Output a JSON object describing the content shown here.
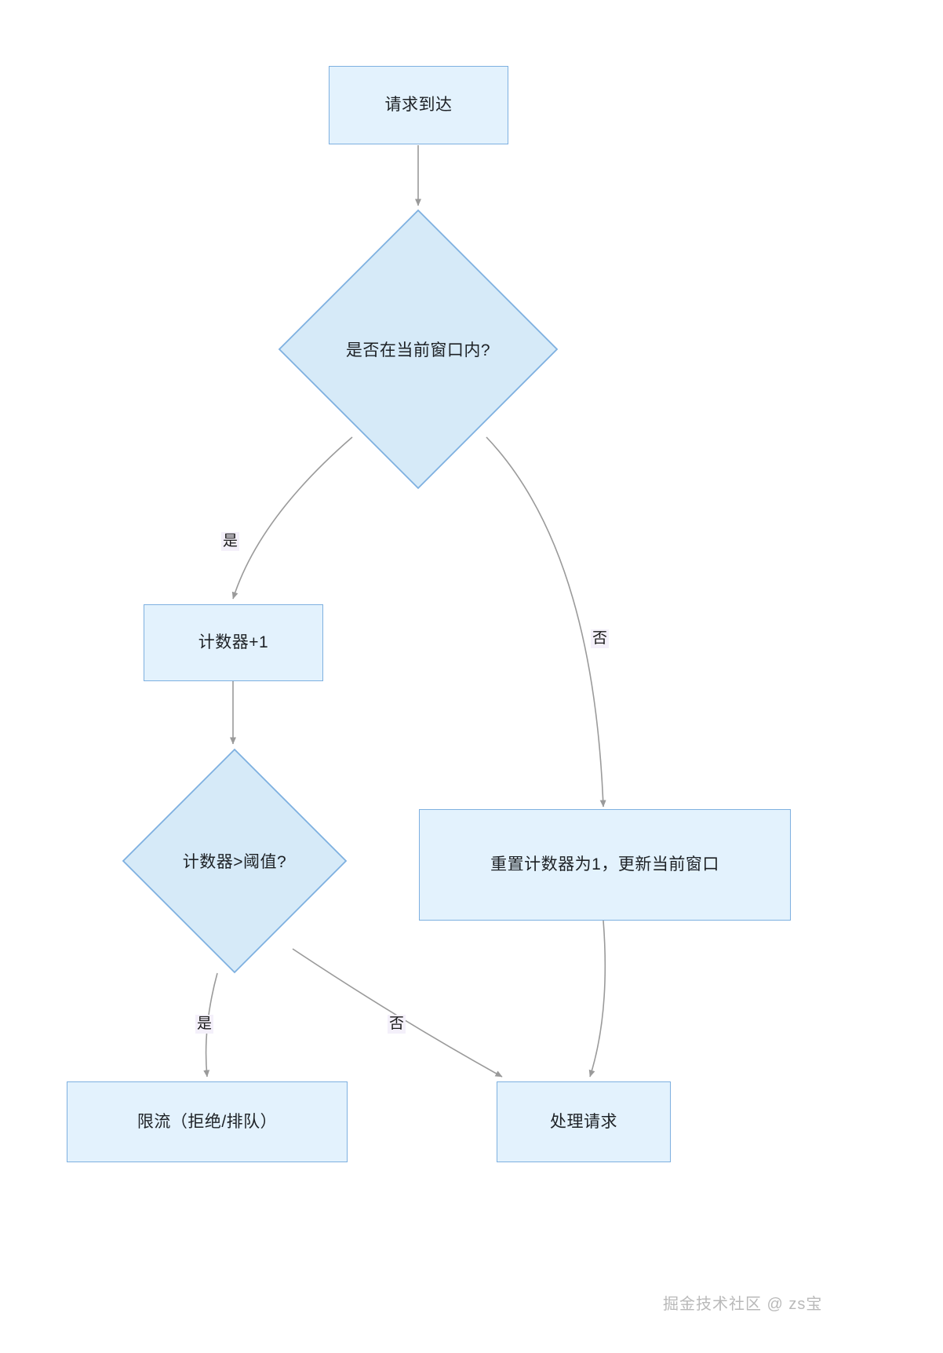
{
  "diagram": {
    "type": "flowchart",
    "title_text": "",
    "colors": {
      "node_fill": "#e3f2fd",
      "node_stroke": "#7eb0e0",
      "edge_stroke": "#999999",
      "label_text": "#1d2125",
      "edge_label_bg": "#f4f0fa",
      "watermark": "#b9b9b9"
    },
    "nodes": [
      {
        "id": "start",
        "shape": "rect",
        "label": "请求到达"
      },
      {
        "id": "d1",
        "shape": "diamond",
        "label": "是否在当前窗口内?"
      },
      {
        "id": "inc",
        "shape": "rect",
        "label": "计数器+1"
      },
      {
        "id": "reset",
        "shape": "rect",
        "label": "重置计数器为1，更新当前窗口"
      },
      {
        "id": "d2",
        "shape": "diamond",
        "label": "计数器>阈值?"
      },
      {
        "id": "limit",
        "shape": "rect",
        "label": "限流（拒绝/排队）"
      },
      {
        "id": "process",
        "shape": "rect",
        "label": "处理请求"
      }
    ],
    "edges": [
      {
        "from": "start",
        "to": "d1",
        "label": ""
      },
      {
        "from": "d1",
        "to": "inc",
        "label": "是"
      },
      {
        "from": "d1",
        "to": "reset",
        "label": "否"
      },
      {
        "from": "inc",
        "to": "d2",
        "label": ""
      },
      {
        "from": "d2",
        "to": "limit",
        "label": "是"
      },
      {
        "from": "d2",
        "to": "process",
        "label": "否"
      },
      {
        "from": "reset",
        "to": "process",
        "label": ""
      }
    ]
  },
  "watermark": {
    "text": "掘金技术社区 @ zs宝"
  }
}
